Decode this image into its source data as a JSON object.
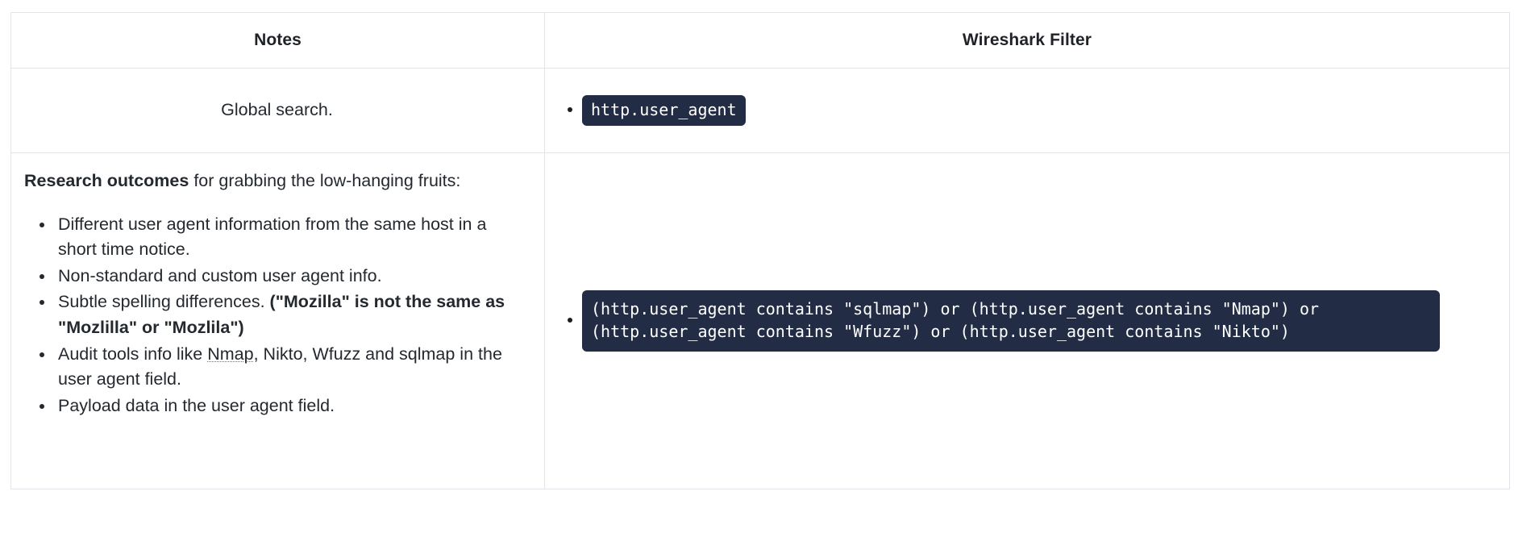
{
  "table": {
    "columns": [
      {
        "key": "notes",
        "header": "Notes"
      },
      {
        "key": "filter",
        "header": "Wireshark Filter"
      }
    ],
    "rows": [
      {
        "notes_text": "Global search.",
        "filter_code": "http.user_agent"
      },
      {
        "notes_intro_bold": "Research outcomes",
        "notes_intro_rest": " for grabbing the low-hanging fruits:",
        "notes_bullets": [
          {
            "text": "Different user agent information from the same host in a short time notice."
          },
          {
            "text": "Non-standard and custom user agent info."
          },
          {
            "text": "Subtle spelling differences. ",
            "bold_suffix": "(\"Mozilla\" is not the same as  \"Mozlilla\" or \"Mozlila\")"
          },
          {
            "text_before": "Audit tools info like ",
            "misspelled": "Nmap",
            "text_after": ", Nikto, Wfuzz and sqlmap in the user agent field."
          },
          {
            "text": "Payload data in the user agent field."
          }
        ],
        "filter_code": "(http.user_agent contains \"sqlmap\") or (http.user_agent contains \"Nmap\") or (http.user_agent contains \"Wfuzz\") or (http.user_agent contains \"Nikto\")"
      }
    ]
  },
  "colors": {
    "code_background": "#232c45",
    "code_text": "#ffffff",
    "border": "#e1e4e8",
    "text": "#24292f",
    "spellcheck_underline": "#d14b3d"
  }
}
